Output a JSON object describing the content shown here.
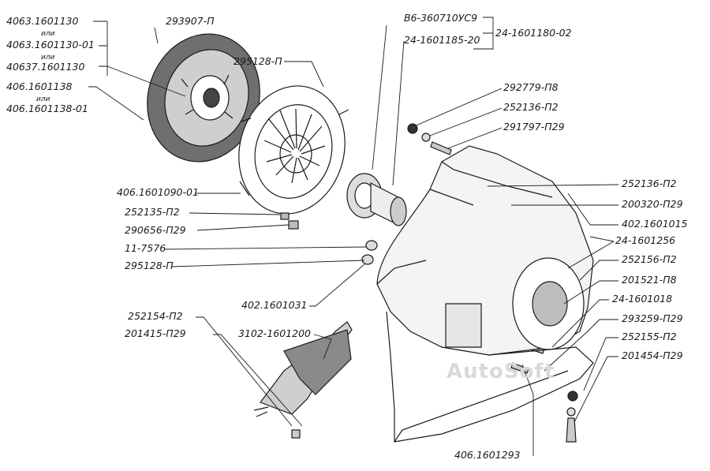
{
  "labels": {
    "p4063": "4063.1601130",
    "ili1": "или",
    "p4063_01": "4063.1601130-01",
    "ili2": "или",
    "p40637": "40637.1601130",
    "p406_1138": "406.1601138",
    "ili3": "или",
    "p406_1138_01": "406.1601138-01",
    "p293907": "293907-П",
    "p295128_top": "295128-П",
    "pB6": "В6-360710УС9",
    "p24_1185": "24-1601185-20",
    "p24_1180": "24-1601180-02",
    "p292779": "292779-П8",
    "p252136_a": "252136-П2",
    "p291797": "291797-П29",
    "p252136_b": "252136-П2",
    "p200320": "200320-П29",
    "p402_1015": "402.1601015",
    "p24_1256": "24-1601256",
    "p252156": "252156-П2",
    "p201521": "201521-П8",
    "p24_1018": "24-1601018",
    "p293259": "293259-П29",
    "p252155": "252155-П2",
    "p201454": "201454-П29",
    "p406_1090": "406.1601090-01",
    "p252135": "252135-П2",
    "p290656": "290656-П29",
    "p11_7576": "11-7576",
    "p295128_mid": "295128-П",
    "p402_1031": "402.1601031",
    "p252154": "252154-П2",
    "p201415": "201415-П29",
    "p3102": "3102-1601200",
    "p406_1293": "406.1601293"
  },
  "watermark": "AutoSoft",
  "colors": {
    "ink": "#1a1a1a",
    "paper": "#ffffff"
  }
}
